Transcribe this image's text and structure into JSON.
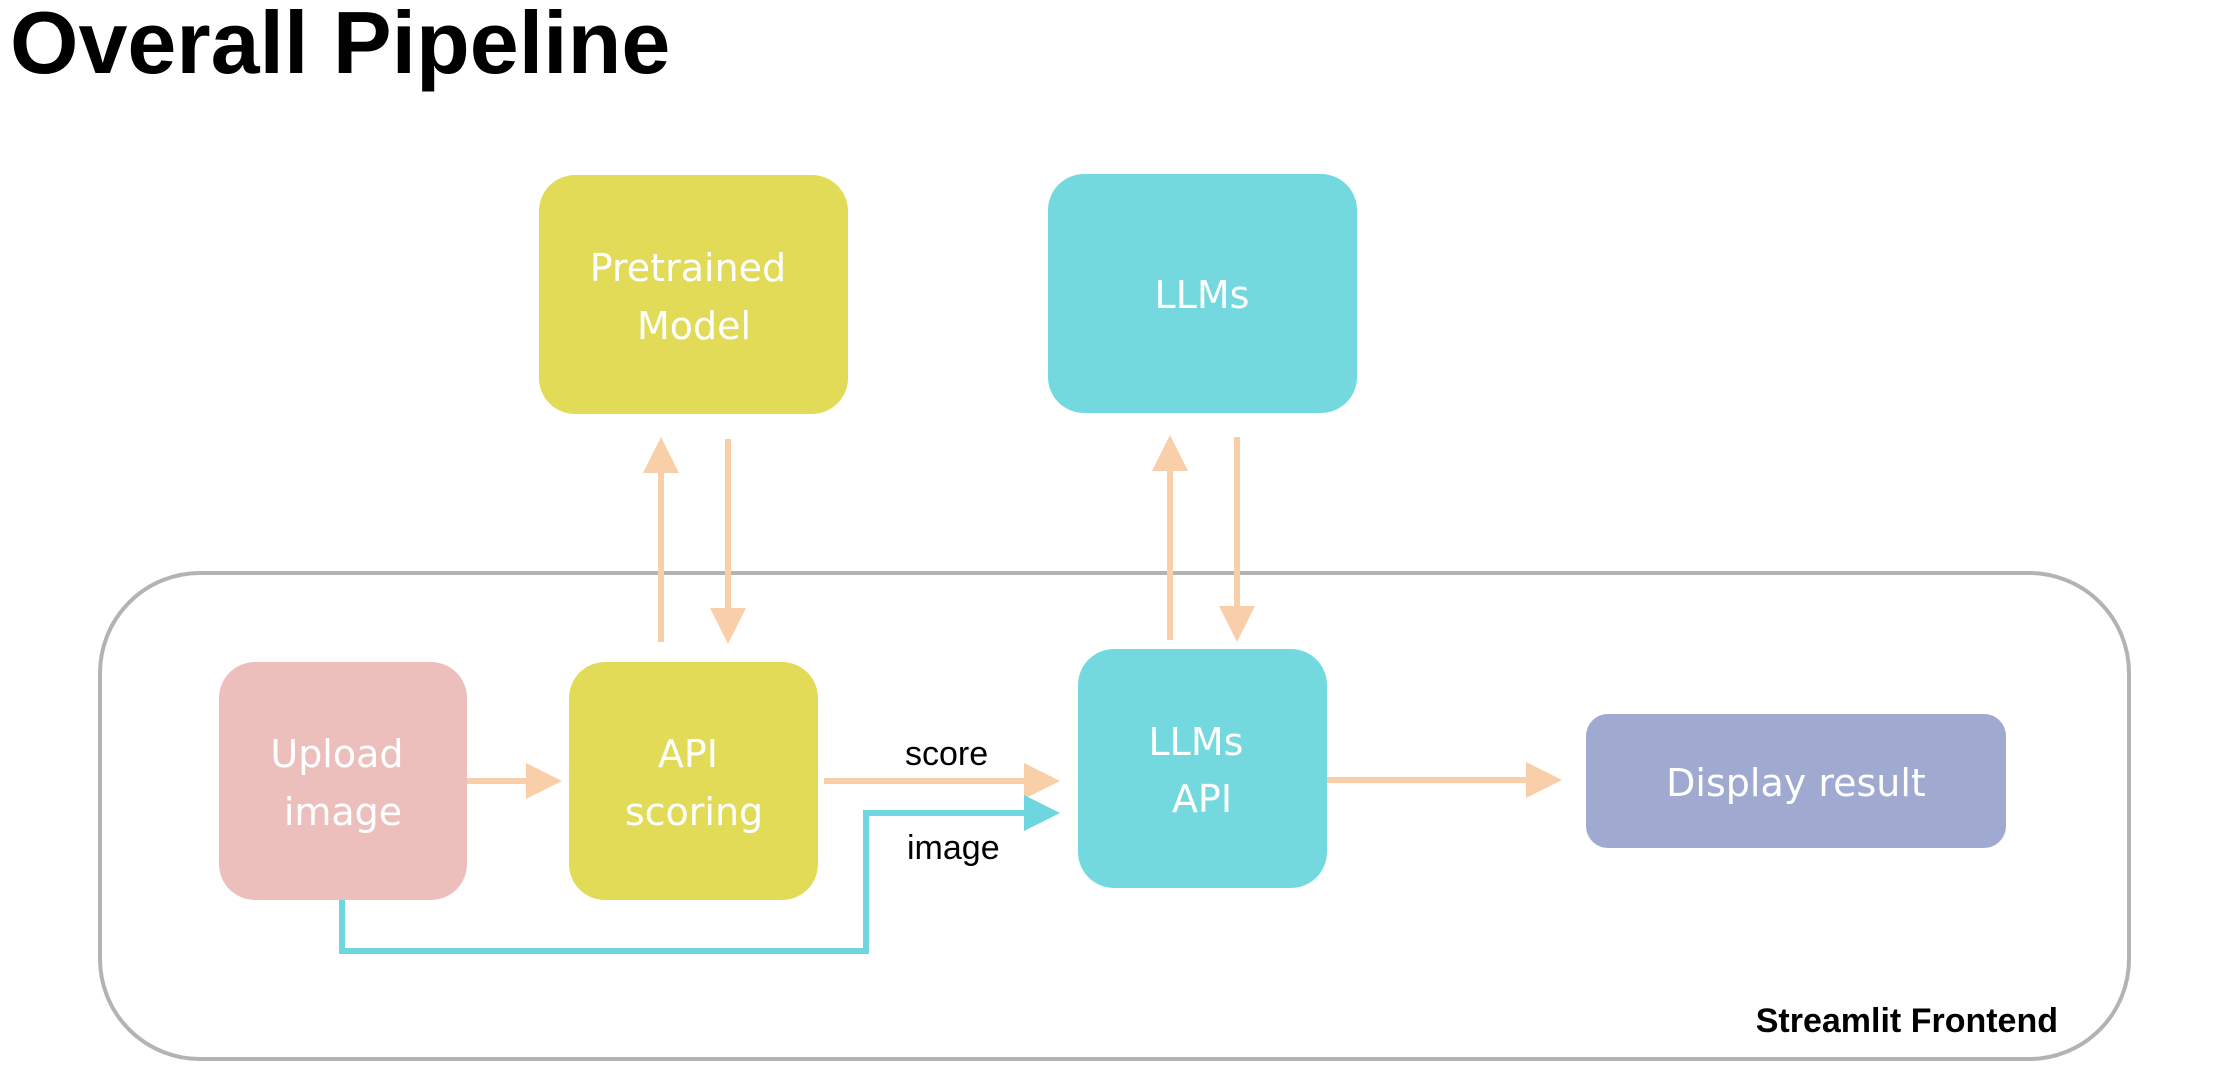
{
  "title": "Overall Pipeline",
  "colors": {
    "pretrained": "#e1db57",
    "llm": "#73d9df",
    "upload": "#ecbfbd",
    "display": "#a0aad1",
    "arrow_orange": "#f8cfa9",
    "arrow_cyan": "#6dd6df",
    "frame_border": "#b3b3b3"
  },
  "nodes": {
    "pretrained_model": [
      "Pretrained",
      "Model"
    ],
    "llms": [
      "LLMs"
    ],
    "upload_image": [
      "Upload",
      "image"
    ],
    "api_scoring": [
      "API",
      "scoring"
    ],
    "llms_api": [
      "LLMs",
      "API"
    ],
    "display_result": [
      "Display result"
    ]
  },
  "edges": [
    {
      "from": "api_scoring",
      "to": "pretrained_model",
      "label": ""
    },
    {
      "from": "pretrained_model",
      "to": "api_scoring",
      "label": ""
    },
    {
      "from": "llms_api",
      "to": "llms",
      "label": ""
    },
    {
      "from": "llms",
      "to": "llms_api",
      "label": ""
    },
    {
      "from": "upload_image",
      "to": "api_scoring",
      "label": ""
    },
    {
      "from": "api_scoring",
      "to": "llms_api",
      "label": "score"
    },
    {
      "from": "upload_image",
      "to": "llms_api",
      "label": "image"
    },
    {
      "from": "llms_api",
      "to": "display_result",
      "label": ""
    }
  ],
  "frame_label": "Streamlit Frontend"
}
